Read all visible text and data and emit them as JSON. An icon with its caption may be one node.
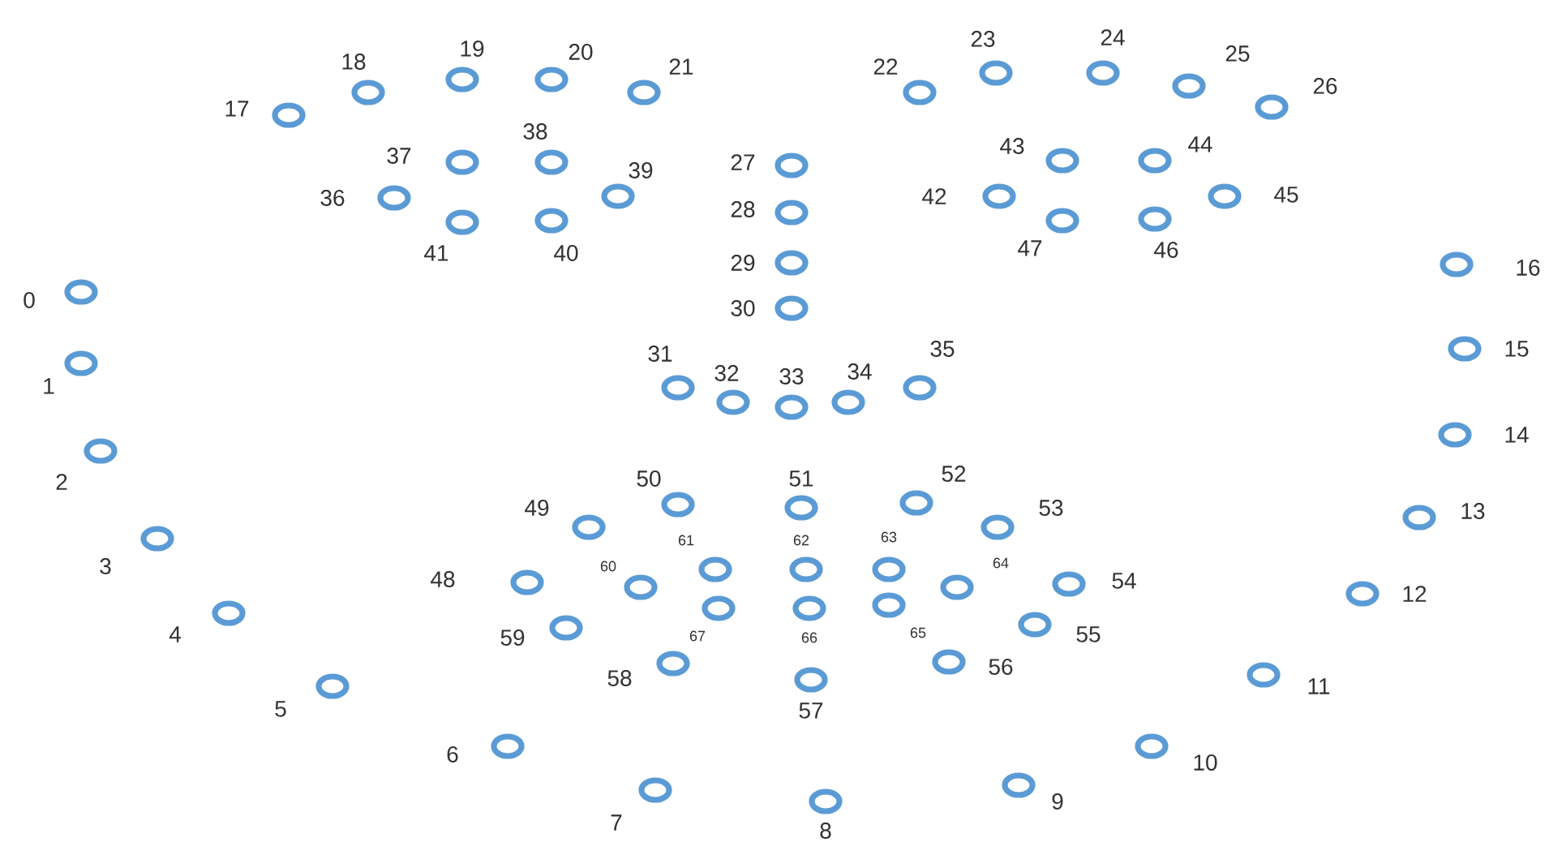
{
  "diagram": {
    "nodes": [
      {
        "text": [],
        "shape": "circle",
        "beside": [
          "0"
        ]
      },
      {
        "text": [],
        "shape": "circle",
        "beside": [
          "1"
        ]
      },
      {
        "text": [],
        "shape": "circle",
        "beside": [
          "2"
        ]
      },
      {
        "text": [],
        "shape": "circle",
        "beside": [
          "3"
        ]
      },
      {
        "text": [],
        "shape": "circle",
        "beside": [
          "4"
        ]
      },
      {
        "text": [],
        "shape": "circle",
        "beside": [
          "5"
        ]
      },
      {
        "text": [],
        "shape": "circle",
        "beside": [
          "6"
        ]
      },
      {
        "text": [],
        "shape": "circle",
        "beside": [
          "7"
        ]
      },
      {
        "text": [],
        "shape": "circle",
        "beside": [
          "8"
        ]
      },
      {
        "text": [],
        "shape": "circle",
        "beside": [
          "9"
        ]
      },
      {
        "text": [],
        "shape": "circle",
        "beside": [
          "10"
        ]
      },
      {
        "text": [],
        "shape": "circle",
        "beside": [
          "11"
        ]
      },
      {
        "text": [],
        "shape": "circle",
        "beside": [
          "12"
        ]
      },
      {
        "text": [],
        "shape": "circle",
        "beside": [
          "13"
        ]
      },
      {
        "text": [],
        "shape": "circle",
        "beside": [
          "14"
        ]
      },
      {
        "text": [],
        "shape": "circle",
        "beside": [
          "15"
        ]
      },
      {
        "text": [],
        "shape": "circle",
        "beside": [
          "16"
        ]
      },
      {
        "text": [],
        "shape": "circle",
        "beside": [
          "17"
        ]
      },
      {
        "text": [],
        "shape": "circle",
        "beside": [
          "18"
        ]
      },
      {
        "text": [],
        "shape": "circle",
        "beside": [
          "19"
        ]
      },
      {
        "text": [],
        "shape": "circle",
        "beside": [
          "20"
        ]
      },
      {
        "text": [],
        "shape": "circle",
        "beside": [
          "21"
        ]
      },
      {
        "text": [],
        "shape": "circle",
        "beside": [
          "22"
        ]
      },
      {
        "text": [],
        "shape": "circle",
        "beside": [
          "23"
        ]
      },
      {
        "text": [],
        "shape": "circle",
        "beside": [
          "24"
        ]
      },
      {
        "text": [],
        "shape": "circle",
        "beside": [
          "25"
        ]
      },
      {
        "text": [],
        "shape": "circle",
        "beside": [
          "26"
        ]
      },
      {
        "text": [],
        "shape": "circle",
        "beside": [
          "27"
        ]
      },
      {
        "text": [],
        "shape": "circle",
        "beside": [
          "28"
        ]
      },
      {
        "text": [],
        "shape": "circle",
        "beside": [
          "29"
        ]
      },
      {
        "text": [],
        "shape": "circle",
        "beside": [
          "30"
        ]
      },
      {
        "text": [],
        "shape": "circle",
        "beside": [
          "31"
        ]
      },
      {
        "text": [],
        "shape": "circle",
        "beside": [
          "32"
        ]
      },
      {
        "text": [],
        "shape": "circle",
        "beside": [
          "33"
        ]
      },
      {
        "text": [],
        "shape": "circle",
        "beside": [
          "34"
        ]
      },
      {
        "text": [],
        "shape": "circle",
        "beside": [
          "35"
        ]
      },
      {
        "text": [],
        "shape": "circle",
        "beside": [
          "36"
        ]
      },
      {
        "text": [],
        "shape": "circle",
        "beside": [
          "37"
        ]
      },
      {
        "text": [],
        "shape": "circle",
        "beside": [
          "38"
        ]
      },
      {
        "text": [],
        "shape": "circle",
        "beside": [
          "39"
        ]
      },
      {
        "text": [],
        "shape": "circle",
        "beside": [
          "40"
        ]
      },
      {
        "text": [],
        "shape": "circle",
        "beside": [
          "41"
        ]
      },
      {
        "text": [],
        "shape": "circle",
        "beside": [
          "42"
        ]
      },
      {
        "text": [],
        "shape": "circle",
        "beside": [
          "43"
        ]
      },
      {
        "text": [],
        "shape": "circle",
        "beside": [
          "44"
        ]
      },
      {
        "text": [],
        "shape": "circle",
        "beside": [
          "45"
        ]
      },
      {
        "text": [],
        "shape": "circle",
        "beside": [
          "46"
        ]
      },
      {
        "text": [],
        "shape": "circle",
        "beside": [
          "47"
        ]
      },
      {
        "text": [],
        "shape": "circle",
        "beside": [
          "48"
        ]
      },
      {
        "text": [],
        "shape": "circle",
        "beside": [
          "49"
        ]
      },
      {
        "text": [],
        "shape": "circle",
        "beside": [
          "50"
        ]
      },
      {
        "text": [],
        "shape": "circle",
        "beside": [
          "51"
        ]
      },
      {
        "text": [],
        "shape": "circle",
        "beside": [
          "52"
        ]
      },
      {
        "text": [],
        "shape": "circle",
        "beside": [
          "53"
        ]
      },
      {
        "text": [],
        "shape": "circle",
        "beside": [
          "54"
        ]
      },
      {
        "text": [],
        "shape": "circle",
        "beside": [
          "55"
        ]
      },
      {
        "text": [],
        "shape": "circle",
        "beside": [
          "56"
        ]
      },
      {
        "text": [],
        "shape": "circle",
        "beside": [
          "57"
        ]
      },
      {
        "text": [],
        "shape": "circle",
        "beside": [
          "58"
        ]
      },
      {
        "text": [],
        "shape": "circle",
        "beside": [
          "59"
        ]
      },
      {
        "text": [],
        "shape": "circle",
        "beside": [
          "60"
        ]
      },
      {
        "text": [],
        "shape": "circle",
        "beside": [
          "61"
        ]
      },
      {
        "text": [],
        "shape": "circle",
        "beside": [
          "62"
        ]
      },
      {
        "text": [],
        "shape": "circle",
        "beside": [
          "63"
        ]
      },
      {
        "text": [],
        "shape": "circle",
        "beside": [
          "64"
        ]
      },
      {
        "text": [],
        "shape": "circle",
        "beside": [
          "65"
        ]
      },
      {
        "text": [],
        "shape": "circle",
        "beside": [
          "66"
        ]
      },
      {
        "text": [],
        "shape": "circle",
        "beside": [
          "67"
        ]
      }
    ]
  }
}
